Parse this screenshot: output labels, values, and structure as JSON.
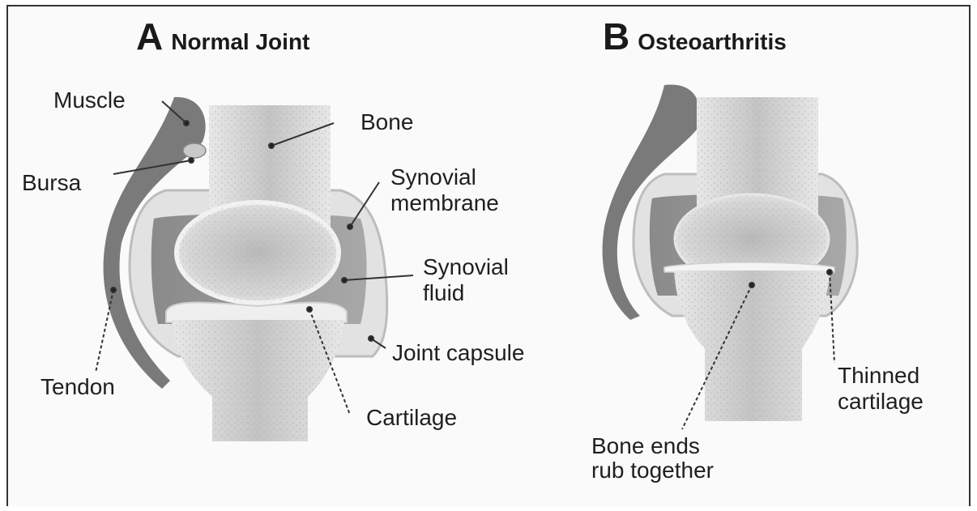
{
  "panel_a": {
    "letter": "A",
    "title": "Normal Joint",
    "labels": {
      "muscle": "Muscle",
      "bone": "Bone",
      "bursa": "Bursa",
      "synovial_membrane_1": "Synovial",
      "synovial_membrane_2": "membrane",
      "synovial_fluid_1": "Synovial",
      "synovial_fluid_2": "fluid",
      "joint_capsule": "Joint capsule",
      "tendon": "Tendon",
      "cartilage": "Cartilage"
    }
  },
  "panel_b": {
    "letter": "B",
    "title": "Osteoarthritis",
    "labels": {
      "thinned_cartilage_1": "Thinned",
      "thinned_cartilage_2": "cartilage",
      "bone_ends_1": "Bone ends",
      "bone_ends_2": "rub together"
    }
  }
}
